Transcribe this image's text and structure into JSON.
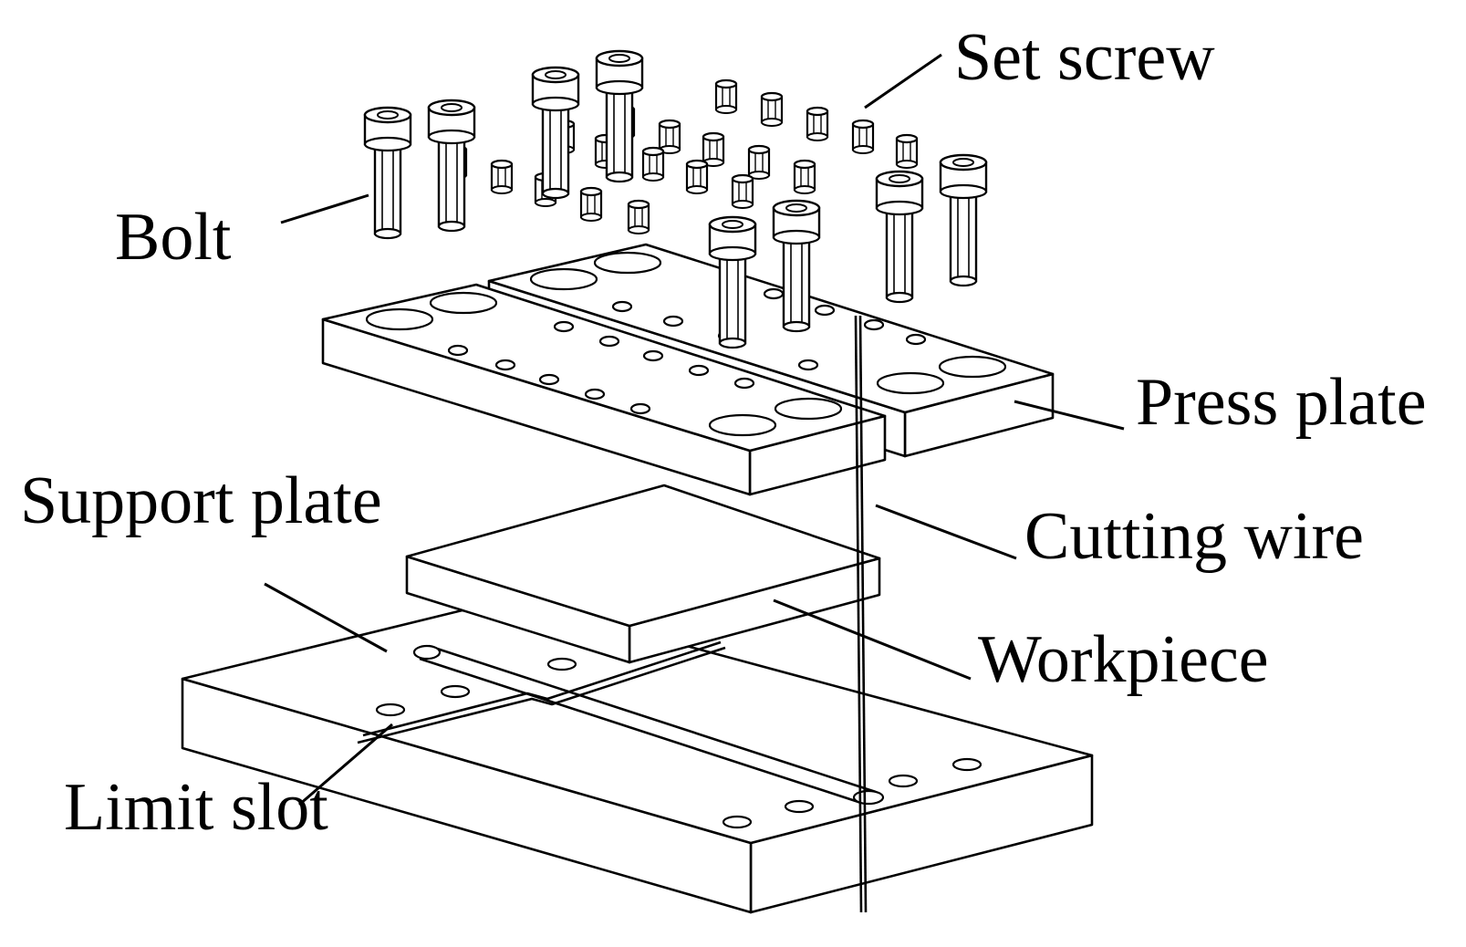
{
  "labels": {
    "set_screw": "Set screw",
    "bolt": "Bolt",
    "press_plate": "Press plate",
    "support_plate": "Support plate",
    "cutting_wire": "Cutting wire",
    "workpiece": "Workpiece",
    "limit_slot": "Limit slot"
  },
  "colors": {
    "line": "#000000",
    "background": "#ffffff"
  }
}
